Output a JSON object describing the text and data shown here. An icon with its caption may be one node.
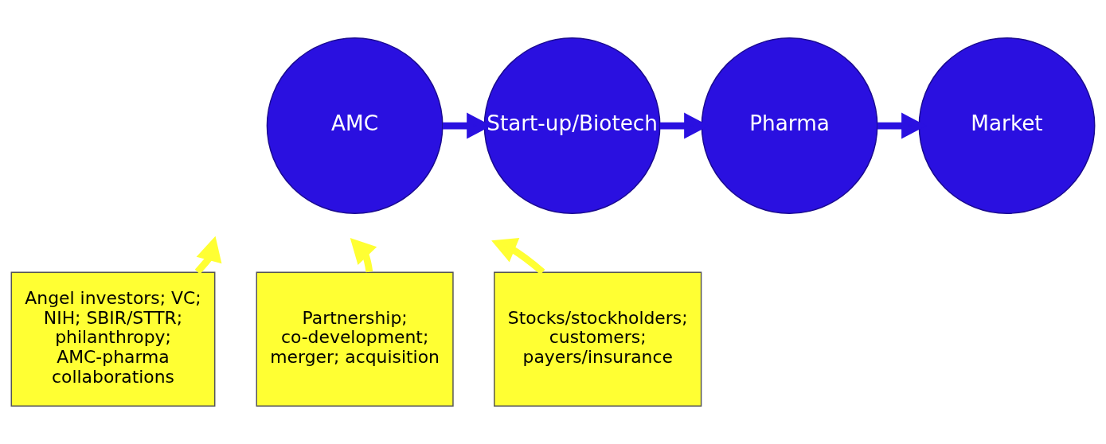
{
  "diagram": {
    "nodes": [
      {
        "text": [
          "AMC"
        ]
      },
      {
        "text": [
          "Start-up/Biotech"
        ]
      },
      {
        "text": [
          "Pharma"
        ]
      },
      {
        "text": [
          "Market"
        ]
      },
      {
        "text": [
          "Angel investors; VC; NIH; SBIR/STTR; philanthropy; AMC-pharma collaborations"
        ]
      },
      {
        "text": [
          "Partnership; co-development; merger; acquisition"
        ]
      },
      {
        "text": [
          "Stocks/stockholders; customers; payers/insurance"
        ]
      }
    ],
    "edges": [
      {
        "from": 0,
        "to": 1,
        "arrow": "to",
        "color": "#2a10e0"
      },
      {
        "from": 1,
        "to": 2,
        "arrow": "to",
        "color": "#2a10e0"
      },
      {
        "from": 2,
        "to": 3,
        "arrow": "to",
        "color": "#2a10e0"
      },
      {
        "from": 4,
        "to": null,
        "arrow": "to",
        "color": "#ffff33"
      },
      {
        "from": 5,
        "to": null,
        "arrow": "to",
        "color": "#ffff33"
      },
      {
        "from": 6,
        "to": null,
        "arrow": "to",
        "color": "#ffff33"
      }
    ]
  }
}
